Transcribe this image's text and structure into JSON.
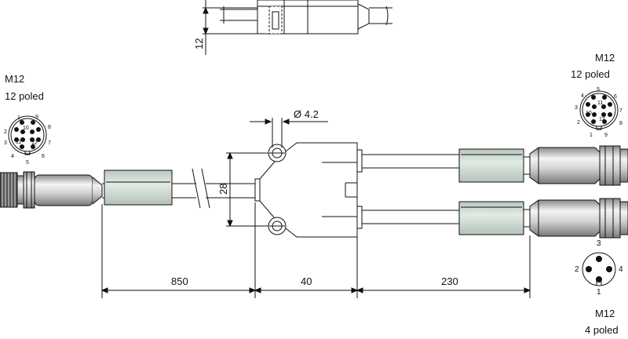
{
  "connector_left": {
    "type": "M12",
    "poles": "12 poled"
  },
  "connector_right_top": {
    "type": "M12",
    "poles": "12 poled"
  },
  "connector_right_bottom": {
    "type": "M12",
    "poles": "4 poled"
  },
  "dimensions": {
    "side_height": "12",
    "hole_diameter": "Ø 4.2",
    "splitter_height": "28",
    "cable_left_length": "850",
    "splitter_length": "40",
    "cable_right_length": "230"
  },
  "pins_12_left": [
    "1",
    "2",
    "3",
    "4",
    "5",
    "6",
    "7",
    "8",
    "9",
    "10",
    "11",
    "12"
  ],
  "pins_12_right": [
    "1",
    "2",
    "3",
    "4",
    "5",
    "6",
    "7",
    "8",
    "9",
    "10",
    "11",
    "12"
  ],
  "pins_4": [
    "1",
    "2",
    "3",
    "4"
  ],
  "colors": {
    "sleeve": "#d2ddd6",
    "line": "#111111",
    "metal": "#cfcfcf"
  }
}
